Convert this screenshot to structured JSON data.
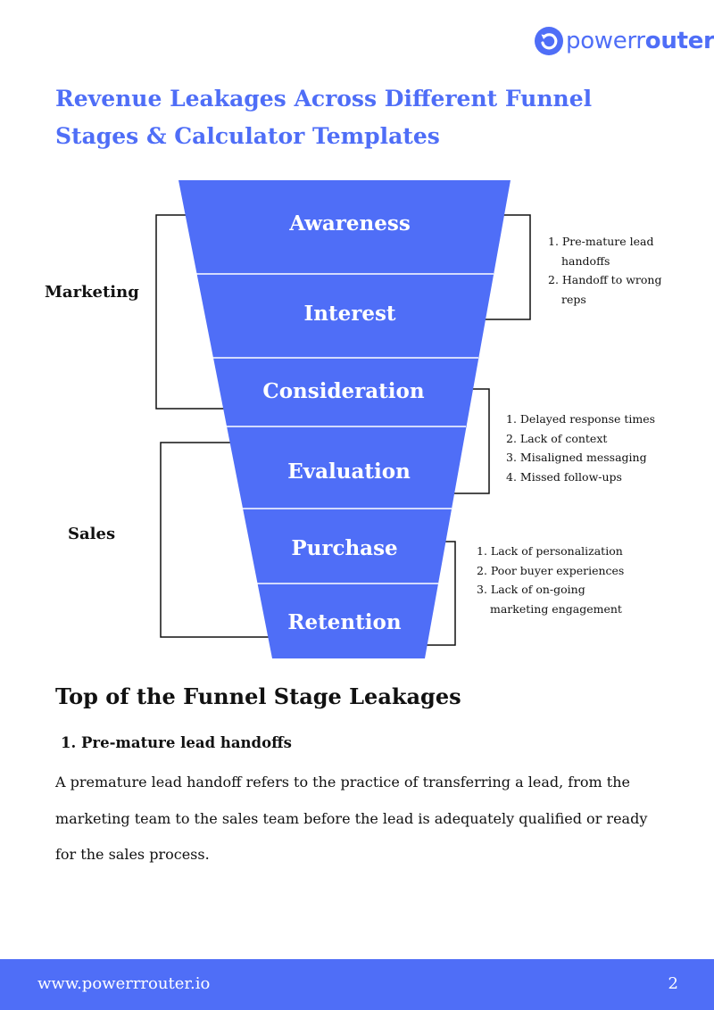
{
  "brand": {
    "name_part1": "powerr",
    "name_part2": "outer",
    "color": "#4f6ef7"
  },
  "title": "Revenue Leakages Across Different Funnel Stages & Calculator Templates",
  "funnel": {
    "stages": [
      "Awareness",
      "Interest",
      "Consideration",
      "Evaluation",
      "Purchase",
      "Retention"
    ],
    "groups": {
      "marketing": "Marketing",
      "sales": "Sales"
    },
    "leak_lists": [
      {
        "items": [
          "1. Pre-mature lead handoffs",
          "2. Handoff to wrong reps"
        ]
      },
      {
        "items": [
          "1. Delayed response times",
          "2. Lack of context",
          "3. Misaligned messaging",
          "4. Missed follow-ups"
        ]
      },
      {
        "items": [
          "1. Lack of personalization",
          "2. Poor buyer experiences",
          "3. Lack of on-going marketing engagement"
        ]
      }
    ]
  },
  "section": {
    "heading": "Top of the Funnel Stage Leakages",
    "subheading": "1.  Pre-mature lead handoffs",
    "body": "A premature lead handoff refers to the practice of transferring a lead, from the marketing team to the sales team before the lead is adequately qualified or ready for the sales process."
  },
  "footer": {
    "url": "www.powerrrouter.io",
    "page": "2"
  }
}
